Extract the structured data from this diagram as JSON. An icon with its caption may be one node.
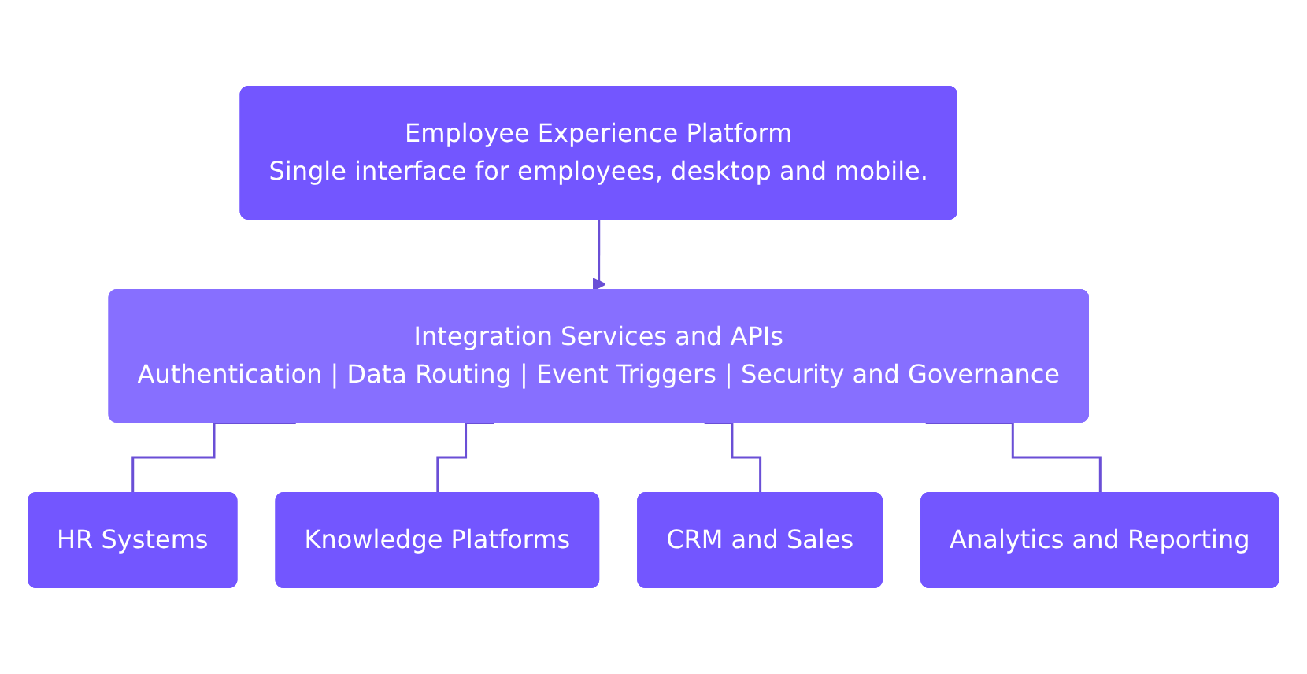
{
  "diagram": {
    "nodes": [
      {
        "text": [
          "Employee Experience Platform",
          "Single interface for employees, desktop and mobile."
        ]
      },
      {
        "text": [
          "Integration Services and APIs",
          "Authentication | Data Routing | Event Triggers | Security and Governance"
        ]
      },
      {
        "text": [
          "HR Systems"
        ]
      },
      {
        "text": [
          "Knowledge Platforms"
        ]
      },
      {
        "text": [
          "CRM and Sales"
        ]
      },
      {
        "text": [
          "Analytics and Reporting"
        ]
      }
    ],
    "edges": [
      {
        "from": 0,
        "to": 1,
        "arrow": "to"
      },
      {
        "from": 1,
        "to": 2,
        "arrow": "none"
      },
      {
        "from": 1,
        "to": 3,
        "arrow": "none"
      },
      {
        "from": 1,
        "to": 4,
        "arrow": "none"
      },
      {
        "from": 1,
        "to": 5,
        "arrow": "none"
      }
    ]
  }
}
